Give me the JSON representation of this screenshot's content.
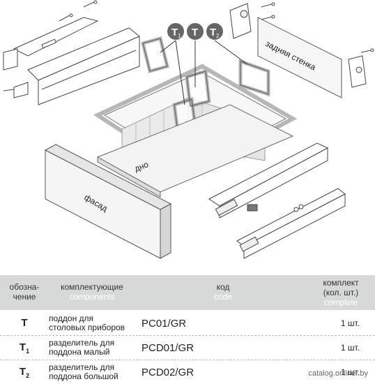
{
  "illustration": {
    "labels": {
      "back_wall": "задняя стенка",
      "bottom": "дно",
      "front": "фасад"
    },
    "callouts": [
      {
        "symbol": "T",
        "sub": "1"
      },
      {
        "symbol": "T",
        "sub": ""
      },
      {
        "symbol": "T",
        "sub": "2"
      }
    ]
  },
  "table": {
    "headers": {
      "designation": "обозна-\nчение",
      "components_ru": "комплектующие",
      "components_en": "components",
      "code_ru": "код",
      "code_en": "code",
      "kit_ru": "комплект\n(кол. шт.)",
      "kit_en": "complete"
    },
    "rows": [
      {
        "symbol": "T",
        "sub": "",
        "desc": "поддон для\nстоловых приборов",
        "code": "PC01/GR",
        "qty": "1 шт."
      },
      {
        "symbol": "T",
        "sub": "1",
        "desc": "разделитель для\nподдона малый",
        "code": "PCD01/GR",
        "qty": "1 шт."
      },
      {
        "symbol": "T",
        "sub": "2",
        "desc": "разделитель для\nподдона большой",
        "code": "PCD02/GR",
        "qty": "1 шт."
      }
    ]
  },
  "watermark": "catalog.onliner.by"
}
